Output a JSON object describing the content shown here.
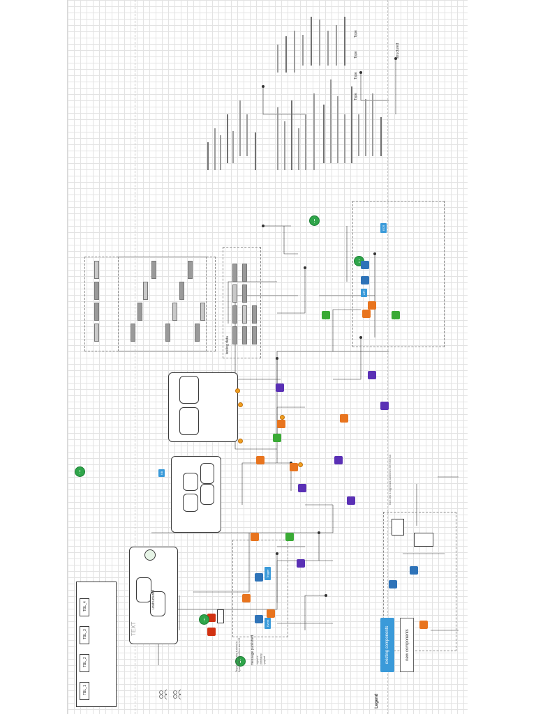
{
  "legend": {
    "title": "Legend",
    "existing": "existing components",
    "new": "new components"
  },
  "labels": {
    "lane_one": "TEXT",
    "unstructured": "unstructured",
    "testing_data": "testing data",
    "structured": "structured",
    "message_published": "message published",
    "tables": [
      "TBL_1",
      "TBL_2",
      "TBL_3",
      "TBL_4"
    ],
    "types": [
      "Type",
      "Type",
      "Type",
      "Type"
    ]
  },
  "notes": {
    "legend_footnote": "Output of each step is stored in DynamoDB, ObjectStore and in S3",
    "step_notes": "Each step is logged and published to the event bus"
  },
  "colors": {
    "purple": "#5a30b5",
    "orange": "#e8741e",
    "green": "#3aaa35",
    "red": "#d13212",
    "blue": "#3a9ad9",
    "grid": "#e3e3e3"
  },
  "icons": [
    "lambda-icon",
    "queue-icon",
    "bucket-icon",
    "step-function-icon",
    "event-bus-icon",
    "database-icon",
    "user-icon",
    "stopwatch-icon"
  ]
}
